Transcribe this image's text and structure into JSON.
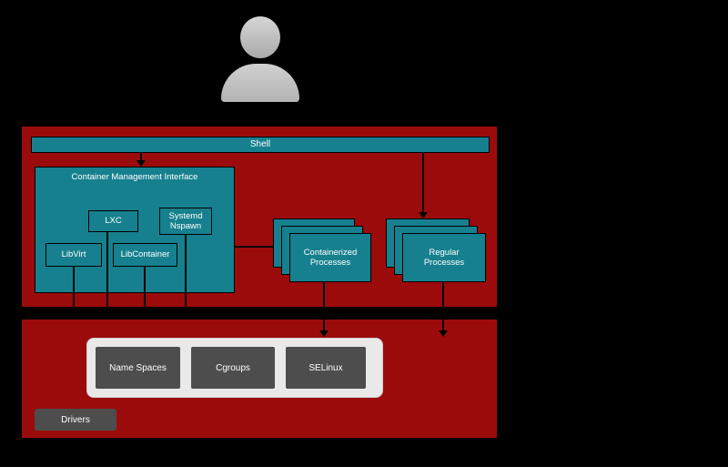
{
  "icons": {
    "user": "user-silhouette"
  },
  "user_space": {
    "shell": "Shell",
    "cmi_title": "Container Management Interface",
    "lxc": "LXC",
    "systemd_nspawn": "Systemd Nspawn",
    "libvirt": "LibVirt",
    "libcontainer": "LibContainer",
    "containerized": "Containerized Processes",
    "regular": "Regular Processes"
  },
  "kernel_space": {
    "namespaces": "Name Spaces",
    "cgroups": "Cgroups",
    "selinux": "SELinux",
    "drivers": "Drivers"
  },
  "colors": {
    "background": "#000000",
    "space_red": "#9B0B0B",
    "node_teal": "#17808E",
    "panel_gray": "#E9E9E9",
    "box_gray": "#4D4D4D",
    "line": "#000000"
  }
}
